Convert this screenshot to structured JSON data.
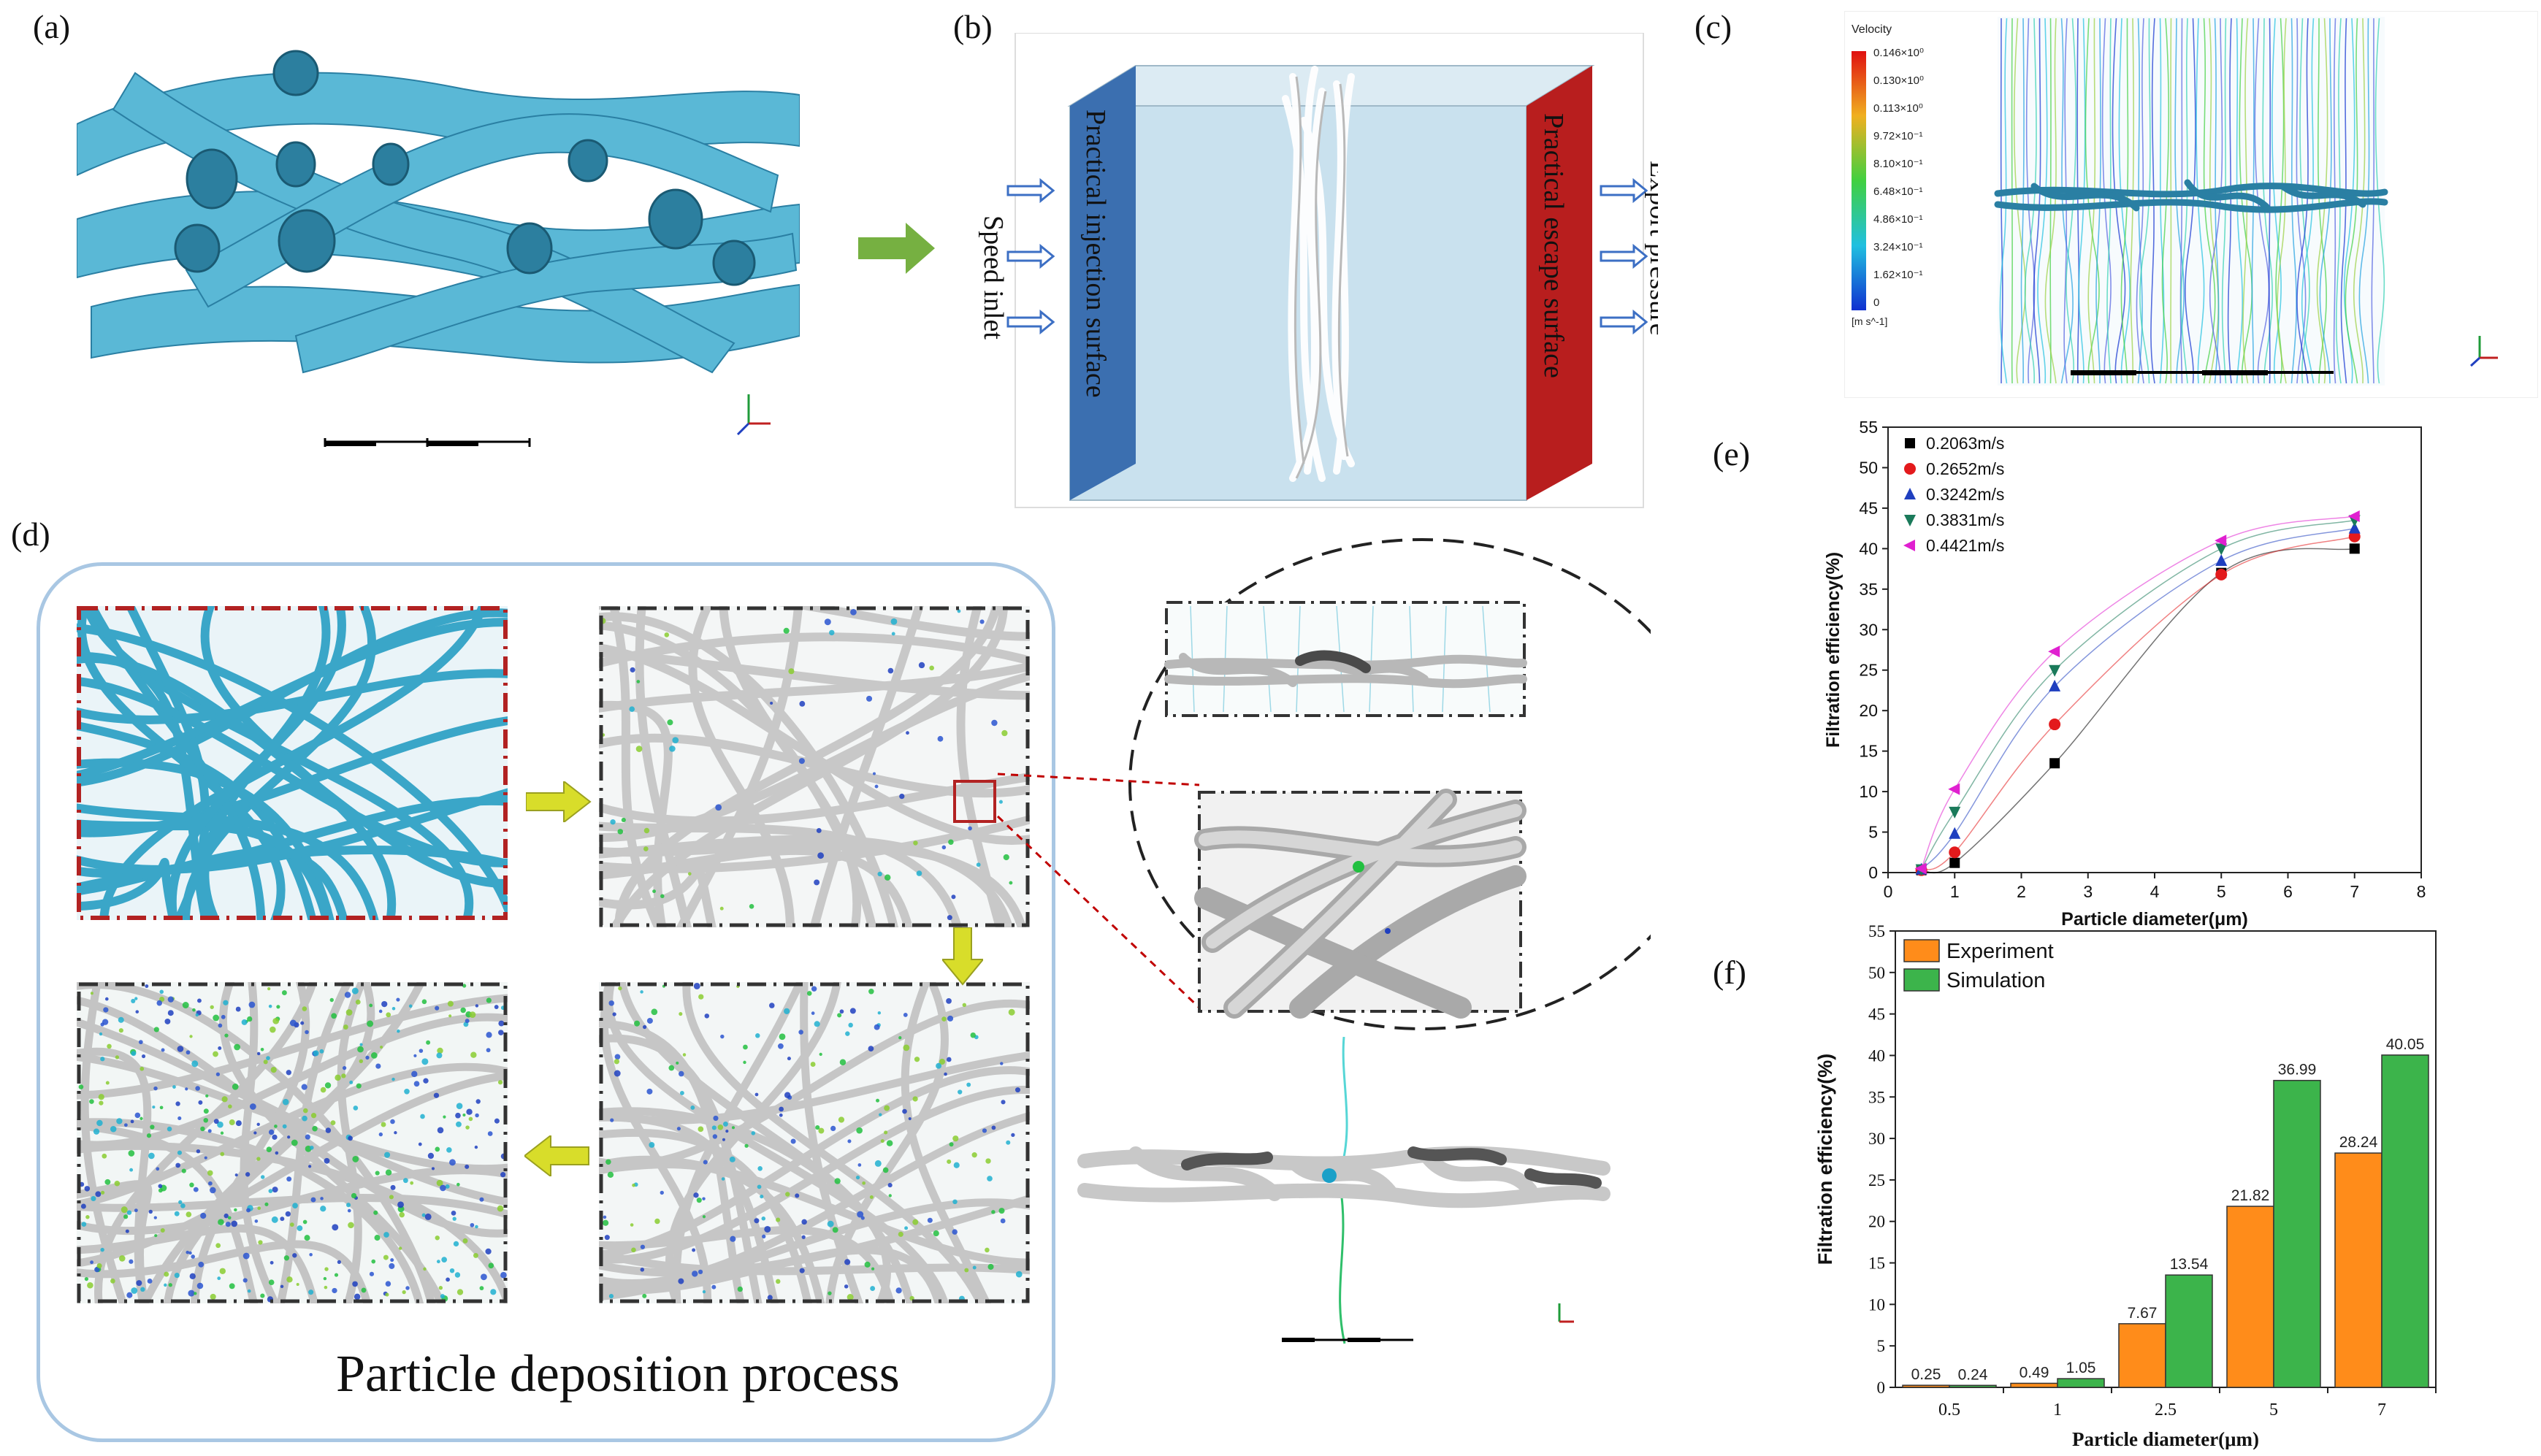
{
  "panels": {
    "a": {
      "label": "(a)"
    },
    "b": {
      "label": "(b)",
      "inlet_label": "Speed inlet",
      "injection_label": "Practical injection surface",
      "escape_label": "Practical escape surface",
      "outlet_label": "Export pressure"
    },
    "c": {
      "label": "(c)",
      "legend_title": "Velocity",
      "legend_values": [
        "0.146×10⁰",
        "0.130×10⁰",
        "0.113×10⁰",
        "9.72×10⁻¹",
        "8.10×10⁻¹",
        "6.48×10⁻¹",
        "4.86×10⁻¹",
        "3.24×10⁻¹",
        "1.62×10⁻¹",
        "0"
      ],
      "legend_unit": "[m s^-1]"
    },
    "d": {
      "label": "(d)",
      "caption": "Particle deposition process"
    },
    "e": {
      "label": "(e)"
    },
    "f": {
      "label": "(f)"
    }
  },
  "colors": {
    "fiber_blue": "#5ab8d6",
    "fiber_gray": "#d0d0d0",
    "arrow_green": "#76b041",
    "arrow_yellow": "#d8dd2a",
    "injection_surface": "#3b6fb0",
    "escape_surface": "#b81e1e",
    "domain_fill": "#c9e1ee",
    "experiment": "#ff8c1a",
    "simulation": "#3cb44b"
  },
  "chart_data": [
    {
      "type": "line",
      "panel": "e",
      "xlabel": "Particle diameter(μm)",
      "ylabel": "Filtration efficiency(%)",
      "xlim": [
        0,
        8
      ],
      "ylim": [
        0,
        55
      ],
      "xticks": [
        0,
        1,
        2,
        3,
        4,
        5,
        6,
        7,
        8
      ],
      "yticks": [
        0,
        5,
        10,
        15,
        20,
        25,
        30,
        35,
        40,
        45,
        50,
        55
      ],
      "legend_position": "top-left",
      "x": [
        0.5,
        1,
        2.5,
        5,
        7
      ],
      "series": [
        {
          "name": "0.2063m/s",
          "color": "#000000",
          "marker": "square",
          "values": [
            0.3,
            1.2,
            13.5,
            37.0,
            40.0
          ]
        },
        {
          "name": "0.2652m/s",
          "color": "#e31a1c",
          "marker": "circle",
          "values": [
            0.3,
            2.5,
            18.3,
            36.8,
            41.5
          ]
        },
        {
          "name": "0.3242m/s",
          "color": "#1f3fbf",
          "marker": "triangle-up",
          "values": [
            0.4,
            4.8,
            23.0,
            38.5,
            42.5
          ]
        },
        {
          "name": "0.3831m/s",
          "color": "#1a7a5a",
          "marker": "triangle-down",
          "values": [
            0.4,
            7.5,
            25.0,
            40.0,
            43.5
          ]
        },
        {
          "name": "0.4421m/s",
          "color": "#e020d0",
          "marker": "triangle-left",
          "values": [
            0.5,
            10.3,
            27.3,
            41.0,
            44.0
          ]
        }
      ]
    },
    {
      "type": "bar",
      "panel": "f",
      "xlabel": "Particle diameter(μm)",
      "ylabel": "Filtration efficiency(%)",
      "ylim": [
        0,
        55
      ],
      "yticks": [
        0,
        5,
        10,
        15,
        20,
        25,
        30,
        35,
        40,
        45,
        50,
        55
      ],
      "categories": [
        "0.5",
        "1",
        "2.5",
        "5",
        "7"
      ],
      "legend_position": "top-left",
      "series": [
        {
          "name": "Experiment",
          "color": "#ff8c1a",
          "values": [
            0.25,
            0.49,
            7.67,
            21.82,
            28.24
          ],
          "labels": [
            "0.25",
            "0.49",
            "7.67",
            "21.82",
            "28.24"
          ]
        },
        {
          "name": "Simulation",
          "color": "#3cb44b",
          "values": [
            0.24,
            1.05,
            13.54,
            36.99,
            40.05
          ],
          "labels": [
            "0.24",
            "1.05",
            "13.54",
            "36.99",
            "40.05"
          ]
        }
      ]
    }
  ]
}
